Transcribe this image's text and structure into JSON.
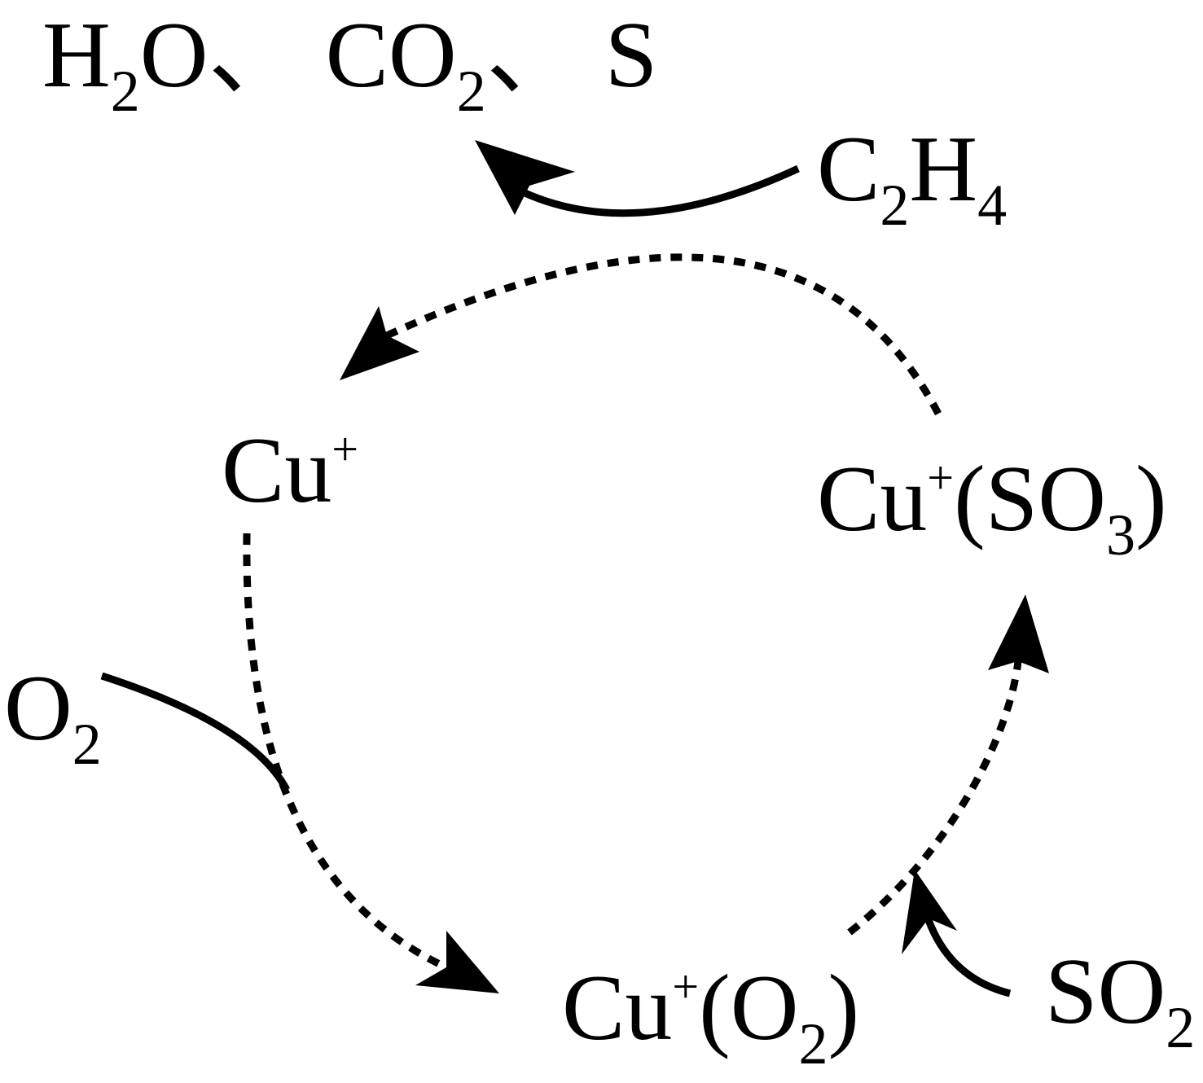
{
  "species": {
    "products": {
      "h2o": {
        "base": "H",
        "sub": "2",
        "tail": "O、"
      },
      "co2": {
        "base": "CO",
        "sub": "2",
        "tail": "、"
      },
      "s": {
        "base": "S"
      }
    },
    "c2h4": {
      "c": "C",
      "c_sub": "2",
      "h": "H",
      "h_sub": "4"
    },
    "cu_plus": {
      "base": "Cu",
      "charge": "+"
    },
    "cu_so3": {
      "base": "Cu",
      "charge": "+",
      "open": "(SO",
      "sub": "3",
      "close": ")"
    },
    "cu_o2": {
      "base": "Cu",
      "charge": "+",
      "open": "(O",
      "sub": "2",
      "close": ")"
    },
    "o2": {
      "base": "O",
      "sub": "2"
    },
    "so2": {
      "base": "SO",
      "sub": "2"
    }
  },
  "colors": {
    "ink": "#000000",
    "background": "#ffffff"
  }
}
